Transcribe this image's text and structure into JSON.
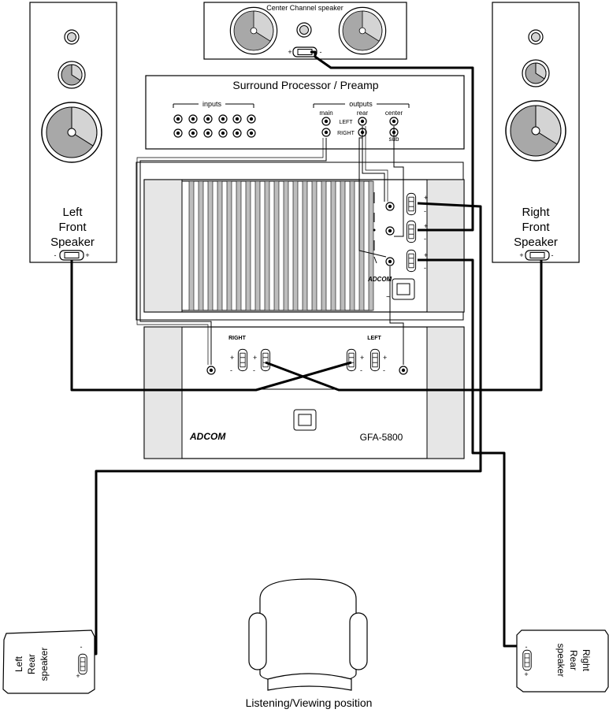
{
  "center_speaker": {
    "title": "Center Channel speaker",
    "plus": "+",
    "minus": "-"
  },
  "left_front": {
    "line1": "Left",
    "line2": "Front",
    "line3": "Speaker",
    "minus": "-",
    "plus": "+"
  },
  "right_front": {
    "line1": "Right",
    "line2": "Front",
    "line3": "Speaker",
    "plus": "+",
    "minus": "-"
  },
  "processor": {
    "title": "Surround Processor / Preamp",
    "inputs_label": "inputs",
    "outputs_label": "outputs",
    "main_label": "main",
    "rear_label": "rear",
    "center_label": "center",
    "sub_label": "sub",
    "left_label": "LEFT",
    "right_label": "RIGHT"
  },
  "three_ch_amp": {
    "brand": "ADCOM",
    "plus": "+",
    "minus": "-"
  },
  "gfa_amp": {
    "right_label": "RIGHT",
    "left_label": "LEFT",
    "brand": "ADCOM",
    "model": "GFA-5800",
    "plus": "+",
    "minus": "-"
  },
  "left_rear": {
    "line1": "Left",
    "line2": "Rear",
    "line3": "speaker",
    "plus": "+",
    "minus": "-"
  },
  "right_rear": {
    "line1": "Right",
    "line2": "Rear",
    "line3": "speaker",
    "plus": "+",
    "minus": "-"
  },
  "listening": {
    "caption": "Listening/Viewing position"
  },
  "colors": {
    "line": "#000000",
    "panel_gray": "#e6e6e6",
    "cone_gray": "#a8a8a8",
    "cone_light": "#d4d4d4"
  }
}
